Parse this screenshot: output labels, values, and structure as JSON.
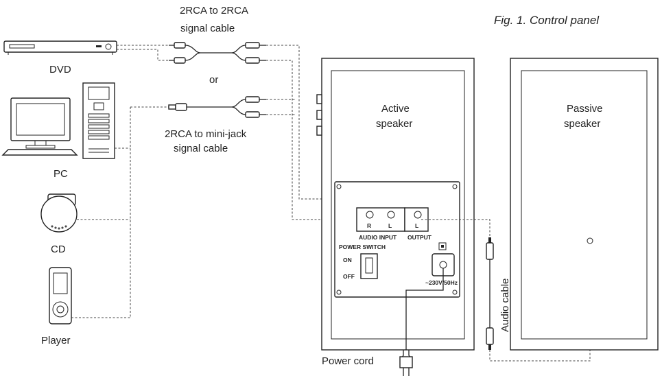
{
  "figure": {
    "caption": "Fig. 1. Control panel"
  },
  "devices": {
    "dvd": "DVD",
    "pc": "PC",
    "cd": "CD",
    "player": "Player"
  },
  "cables": {
    "rca_line1": "2RCA to 2RCA",
    "rca_line2": "signal cable",
    "or": "or",
    "jack_line1": "2RCA to mini-jack",
    "jack_line2": "signal cable",
    "audio": "Audio cable",
    "power": "Power cord"
  },
  "speakers": {
    "active_line1": "Active",
    "active_line2": "speaker",
    "passive_line1": "Passive",
    "passive_line2": "speaker"
  },
  "panel": {
    "r": "R",
    "l": "L",
    "out_l": "L",
    "audio_input": "AUDIO INPUT",
    "output": "OUTPUT",
    "power_switch": "POWER SWITCH",
    "on": "ON",
    "off": "OFF",
    "voltage": "~230V/50Hz"
  }
}
